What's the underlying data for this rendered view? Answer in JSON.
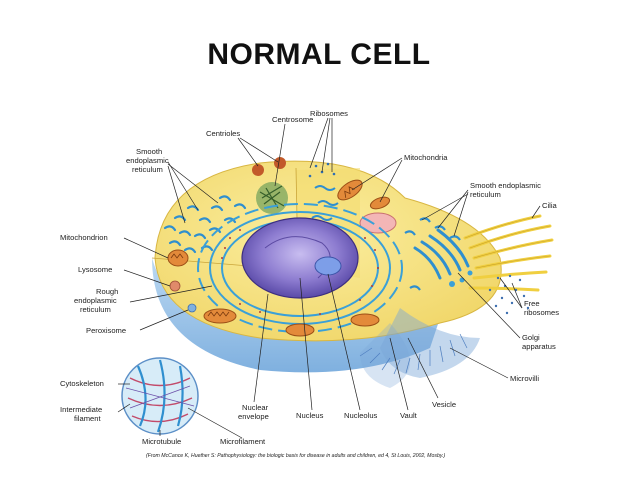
{
  "title": "NORMAL CELL",
  "labels": {
    "centrosome": "Centrosome",
    "ribosomes": "Ribosomes",
    "centrioles": "Centrioles",
    "smooth_er_left_1": "Smooth",
    "smooth_er_left_2": "endoplasmic",
    "smooth_er_left_3": "reticulum",
    "mitochondria": "Mitochondria",
    "smooth_er_right_1": "Smooth endoplasmic",
    "smooth_er_right_2": "reticulum",
    "cilia": "Cilia",
    "mitochondrion": "Mitochondrion",
    "lysosome": "Lysosome",
    "rough_er_1": "Rough",
    "rough_er_2": "endoplasmic",
    "rough_er_3": "reticulum",
    "free_ribosomes_1": "Free",
    "free_ribosomes_2": "ribosomes",
    "peroxisome": "Peroxisome",
    "golgi_1": "Golgi",
    "golgi_2": "apparatus",
    "cytoskeleton": "Cytoskeleton",
    "microvilli": "Microvilli",
    "vesicle": "Vesicle",
    "intermediate_1": "Intermediate",
    "intermediate_2": "filament",
    "nuclear_env_1": "Nuclear",
    "nuclear_env_2": "envelope",
    "nucleus": "Nucleus",
    "nucleolus": "Nucleolus",
    "vault": "Vault",
    "microtubule": "Microtubule",
    "microfilament": "Microfilament"
  },
  "citation": "(From McCance K, Huether S: Pathophysiology: the biologic basis for disease in adults and children, ed 4, St Louis, 2002, Mosby.)",
  "colors": {
    "cytoplasm": "#f7e27a",
    "cytoplasm_dark": "#e9c64a",
    "membrane_blue": "#9ec7ea",
    "er_blue": "#3a9fd8",
    "nucleus": "#8a78c8",
    "nucleolus": "#6b8fe0",
    "mitochondria": "#e07b2a",
    "leader_line": "#222222"
  }
}
